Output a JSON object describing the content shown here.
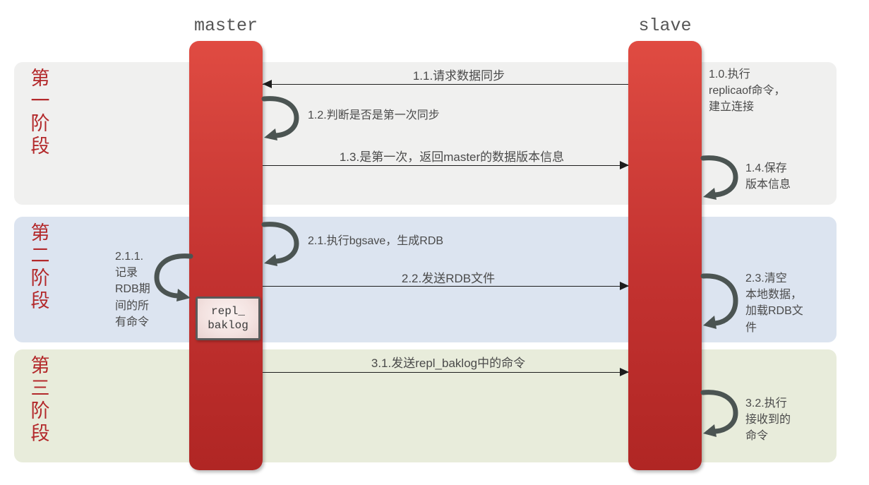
{
  "diagram": {
    "title_master": "master",
    "title_slave": "slave",
    "colors": {
      "lifeline_red": "#c33230",
      "stage_label_red": "#b3292b",
      "band_stage1": "#f0f0ef",
      "band_stage2": "#dce4f0",
      "band_stage3": "#e8ecdb",
      "arrow_black": "#1d1d1d",
      "loop_gray": "#4b5452",
      "text_gray": "#4a4a4a"
    }
  },
  "actors": [
    {
      "name": "master",
      "label": "master"
    },
    {
      "name": "slave",
      "label": "slave"
    }
  ],
  "stages": [
    {
      "id": "stage-1",
      "label": "第\n一\n阶\n段"
    },
    {
      "id": "stage-2",
      "label": "第\n二\n阶\n段"
    },
    {
      "id": "stage-3",
      "label": "第\n三\n阶\n段"
    }
  ],
  "messages": [
    {
      "id": "1.1",
      "text": "1.1.请求数据同步",
      "direction": "slave-to-master"
    },
    {
      "id": "1.3",
      "text": "1.3.是第一次，返回master的数据版本信息",
      "direction": "master-to-slave"
    },
    {
      "id": "2.2",
      "text": "2.2.发送RDB文件",
      "direction": "master-to-slave"
    },
    {
      "id": "3.1",
      "text": "3.1.发送repl_baklog中的命令",
      "direction": "master-to-slave"
    }
  ],
  "self_actions": [
    {
      "id": "1.0",
      "actor": "slave",
      "text": "1.0.执行\nreplicaof命令，\n建立连接",
      "has_loop": false
    },
    {
      "id": "1.2",
      "actor": "master",
      "text": "1.2.判断是否是第一次同步",
      "has_loop": true
    },
    {
      "id": "1.4",
      "actor": "slave",
      "text": "1.4.保存\n版本信息",
      "has_loop": true
    },
    {
      "id": "2.1",
      "actor": "master",
      "text": "2.1.执行bgsave，生成RDB",
      "has_loop": true
    },
    {
      "id": "2.1.1",
      "actor": "master",
      "text": "2.1.1.\n记录\nRDB期\n间的所\n有命令",
      "has_loop": true
    },
    {
      "id": "2.3",
      "actor": "slave",
      "text": "2.3.清空\n本地数据，\n加载RDB文\n件",
      "has_loop": true
    },
    {
      "id": "3.2",
      "actor": "slave",
      "text": "3.2.执行\n接收到的\n命令",
      "has_loop": true
    }
  ],
  "objects": [
    {
      "id": "repl-baklog",
      "label": "repl_\nbaklog",
      "on_actor": "master"
    }
  ]
}
